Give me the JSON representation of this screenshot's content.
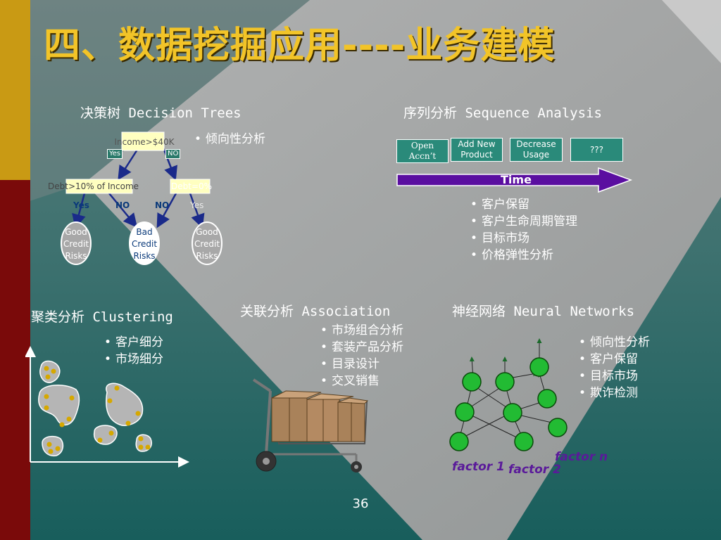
{
  "title": "四、数据挖掘应用----业务建模",
  "page_number": "36",
  "decision_tree": {
    "heading": "决策树 Decision Trees",
    "root": "Income>$40K",
    "root_yes": "Yes",
    "root_no": "NO",
    "left_node": "Debt>10% of Income",
    "right_node": "Debt=0%",
    "left_yes": "Yes",
    "left_no": "NO",
    "right_no": "NO",
    "right_yes": "Yes",
    "leaf_good_1": [
      "Good",
      "Credit",
      "Risks"
    ],
    "leaf_bad": [
      "Bad",
      "Credit",
      "Risks"
    ],
    "leaf_good_2": [
      "Good",
      "Credit",
      "Risks"
    ],
    "bullets": [
      "倾向性分析"
    ]
  },
  "sequence": {
    "heading": "序列分析 Sequence Analysis",
    "boxes": [
      {
        "line1": "Open",
        "line2": "Accn’t"
      },
      {
        "line1": "Add New",
        "line2": "Product"
      },
      {
        "line1": "Decrease",
        "line2": "Usage"
      },
      {
        "line1": "???",
        "line2": ""
      }
    ],
    "time_label": "Time",
    "bullets": [
      "客户保留",
      "客户生命周期管理",
      "目标市场",
      "价格弹性分析"
    ]
  },
  "clustering": {
    "heading": "聚类分析 Clustering",
    "bullets": [
      "客户细分",
      "市场细分"
    ]
  },
  "association": {
    "heading": "关联分析 Association",
    "bullets": [
      "市场组合分析",
      "套装产品分析",
      "目录设计",
      "交叉销售"
    ]
  },
  "neural": {
    "heading": "神经网络 Neural Networks",
    "bullets": [
      "倾向性分析",
      "客户保留",
      "目标市场",
      "欺诈检测"
    ],
    "factor_1": "factor 1",
    "factor_2": "factor 2",
    "factor_n": "factor n"
  },
  "colors": {
    "left_bar_gold": "#c99a14",
    "left_bar_red": "#7a0a0a",
    "background_teal": "#2f6f6b",
    "diamond_grey": "#a8a8a8",
    "title_gold": "#f2c428",
    "node_yellow": "#ffffc0",
    "neuron_green": "#22bb33",
    "time_arrow_purple": "#5a0ea0",
    "factor_purple": "#5a1a9a"
  }
}
